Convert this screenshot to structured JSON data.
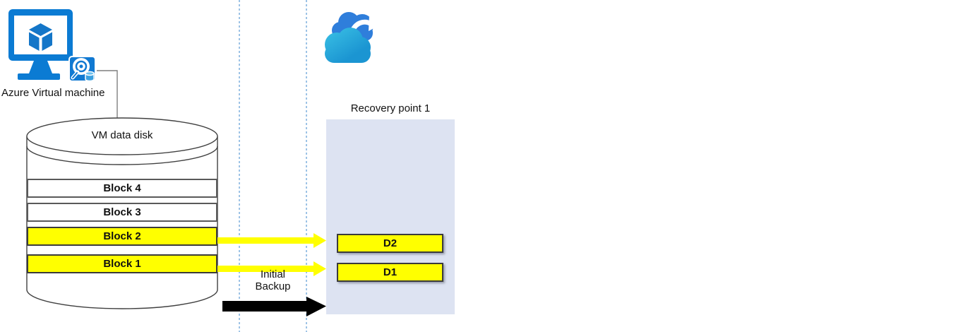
{
  "vm": {
    "label": "Azure Virtual machine",
    "icon": "azure-virtual-machine-icon",
    "disk_icon": "managed-disk-icon"
  },
  "data_disk": {
    "label": "VM data disk",
    "blocks": [
      {
        "label": "Block 4",
        "changed": false
      },
      {
        "label": "Block 3",
        "changed": false
      },
      {
        "label": "Block 2",
        "changed": true
      },
      {
        "label": "Block 1",
        "changed": true
      }
    ]
  },
  "transfer": {
    "label_line1": "Initial",
    "label_line2": "Backup",
    "cloud_icon": "azure-backup-cloud-icon"
  },
  "recovery_point": {
    "title": "Recovery point 1",
    "items": [
      {
        "label": "D2"
      },
      {
        "label": "D1"
      }
    ]
  },
  "colors": {
    "highlight_yellow": "#ffff00",
    "recovery_panel": "#dde3f2",
    "azure_blue": "#0b7bd3",
    "dotted_boundary": "#9dc3e6",
    "arrow_black": "#000000",
    "arrow_yellow": "#ffff00"
  }
}
